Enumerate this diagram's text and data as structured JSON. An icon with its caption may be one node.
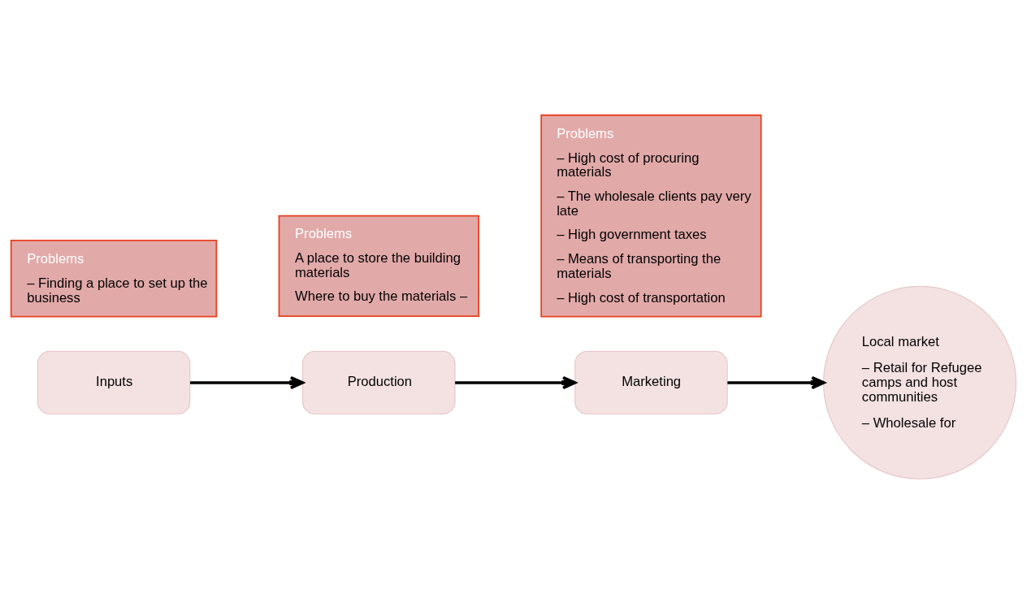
{
  "diagram": {
    "nodes": [
      {
        "text": [
          "Inputs"
        ]
      },
      {
        "text": [
          "Production"
        ]
      },
      {
        "text": [
          "Marketing"
        ]
      },
      {
        "text": [
          "Local market",
          "– Retail for Refugee camps and host communities",
          "– Wholesale for"
        ]
      },
      {
        "text": [
          "Problems",
          "– Finding a place to set up the business"
        ]
      },
      {
        "text": [
          "Problems",
          "A place to store the building materials",
          "Where to buy the materials –"
        ]
      },
      {
        "text": [
          "Problems",
          "– High cost of procuring materials",
          "– The wholesale clients pay very late",
          "– High government taxes",
          "– Means of transporting the materials",
          "– High cost of transportation"
        ]
      }
    ],
    "edges": [
      {
        "from": 0,
        "to": 1,
        "arrow": "to"
      },
      {
        "from": 1,
        "to": 2,
        "arrow": "to"
      },
      {
        "from": 2,
        "to": 3,
        "arrow": "to"
      }
    ]
  }
}
